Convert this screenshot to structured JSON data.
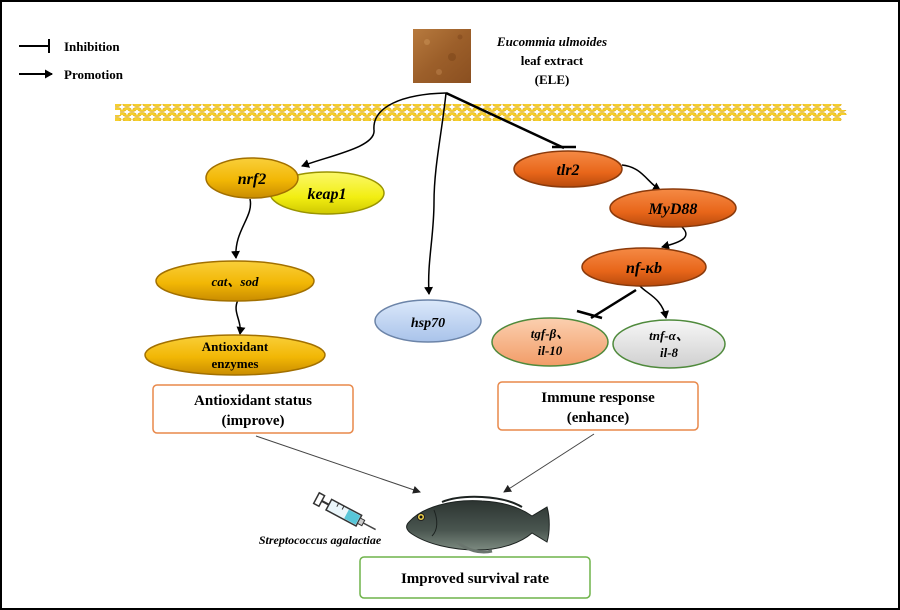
{
  "legend": {
    "inhibition": "Inhibition",
    "promotion": "Promotion"
  },
  "extract": {
    "line1": "Eucommia ulmoides",
    "line2": "leaf extract",
    "line3": "(ELE)"
  },
  "nodes": {
    "nrf2": "nrf2",
    "keap1": "keap1",
    "cat_sod": "cat、sod",
    "antioxidant_enzymes_1": "Antioxidant",
    "antioxidant_enzymes_2": "enzymes",
    "hsp70": "hsp70",
    "tlr2": "tlr2",
    "myd88": "MyD88",
    "nfkb": "nf-κb",
    "tgf_1": "tgf-β、",
    "tgf_2": "il-10",
    "tnf_1": "tnf-α、",
    "tnf_2": "il-8"
  },
  "boxes": {
    "antioxidant_status_1": "Antioxidant status",
    "antioxidant_status_2": "(improve)",
    "immune_response_1": "Immune response",
    "immune_response_2": "(enhance)",
    "survival": "Improved survival rate"
  },
  "pathogen": "Streptococcus agalactiae",
  "colors": {
    "gold": "#f2b705",
    "yellow": "#f7f21a",
    "orange": "#ec6b1e",
    "peach": "#f6b487",
    "lightblue": "#bcd3f2",
    "lightgray": "#e4e4e4",
    "box_orange": "#e8884a",
    "box_green": "#6fb34a",
    "membrane": "#f3c21b"
  }
}
